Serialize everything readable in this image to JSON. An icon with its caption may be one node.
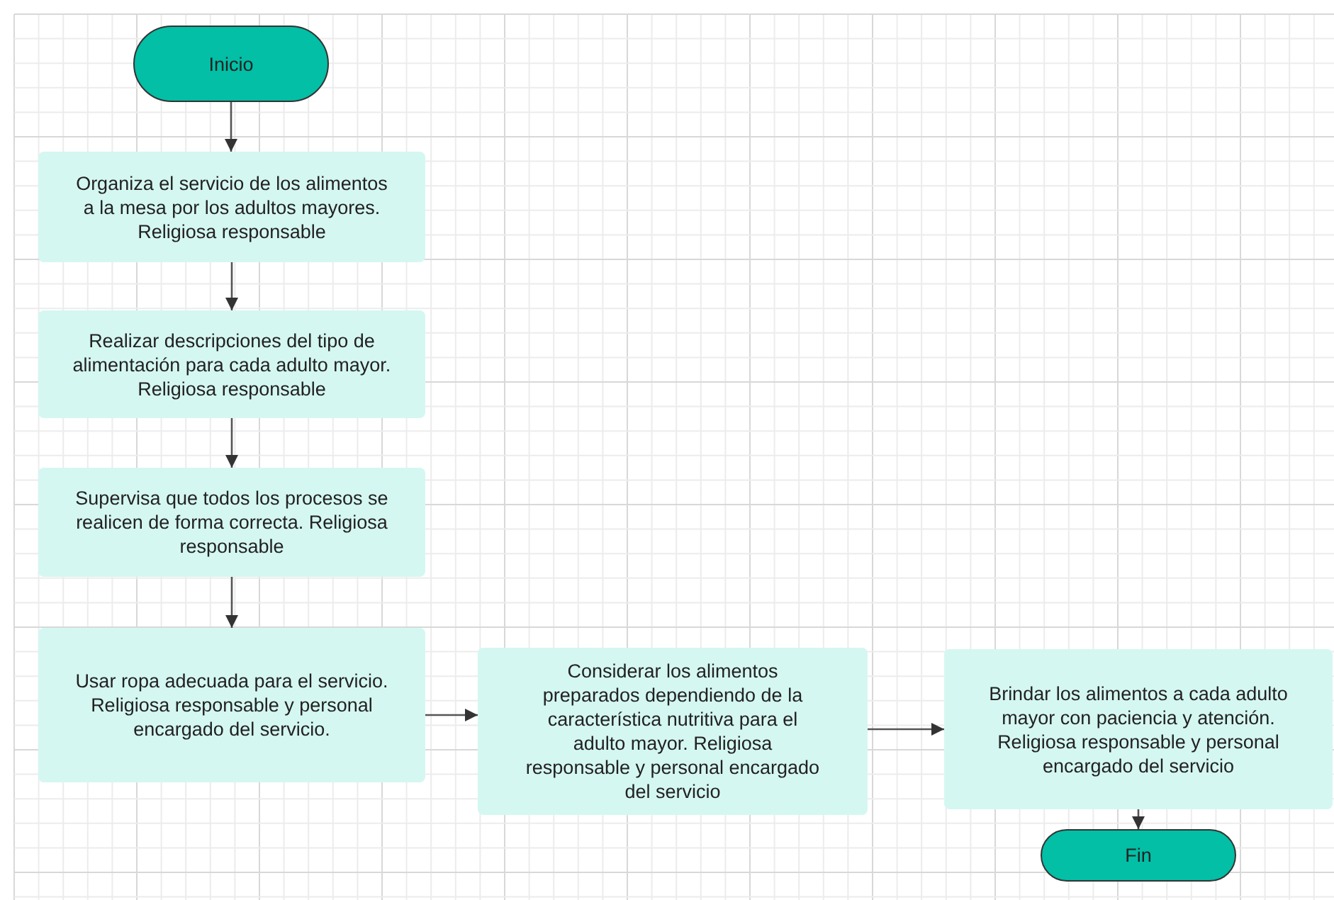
{
  "diagram": {
    "nodes": [
      {
        "text": [
          "Inicio"
        ]
      },
      {
        "text": [
          "Organiza el servicio de los alimentos a la mesa por los adultos mayores. Religiosa responsable"
        ]
      },
      {
        "text": [
          "Realizar descripciones del tipo de alimentación para cada adulto mayor. Religiosa responsable"
        ]
      },
      {
        "text": [
          "Supervisa que todos los procesos se realicen de forma correcta. Religiosa responsable"
        ]
      },
      {
        "text": [
          "Usar ropa adecuada para el servicio. Religiosa responsable y personal encargado del servicio."
        ]
      },
      {
        "text": [
          "Considerar los alimentos preparados dependiendo de la característica nutritiva para el adulto mayor. Religiosa responsable y personal encargado del servicio"
        ]
      },
      {
        "text": [
          "Brindar los alimentos a cada adulto mayor con paciencia y atención. Religiosa responsable y personal encargado del servicio"
        ]
      },
      {
        "text": [
          "Fin"
        ]
      }
    ],
    "edges": [
      {
        "from": 0,
        "to": 1,
        "arrow": "to"
      },
      {
        "from": 1,
        "to": 2,
        "arrow": "to"
      },
      {
        "from": 2,
        "to": 3,
        "arrow": "to"
      },
      {
        "from": 3,
        "to": 4,
        "arrow": "to"
      },
      {
        "from": 4,
        "to": 5,
        "arrow": "to"
      },
      {
        "from": 5,
        "to": 6,
        "arrow": "to"
      },
      {
        "from": 6,
        "to": 7,
        "arrow": "to"
      }
    ]
  }
}
